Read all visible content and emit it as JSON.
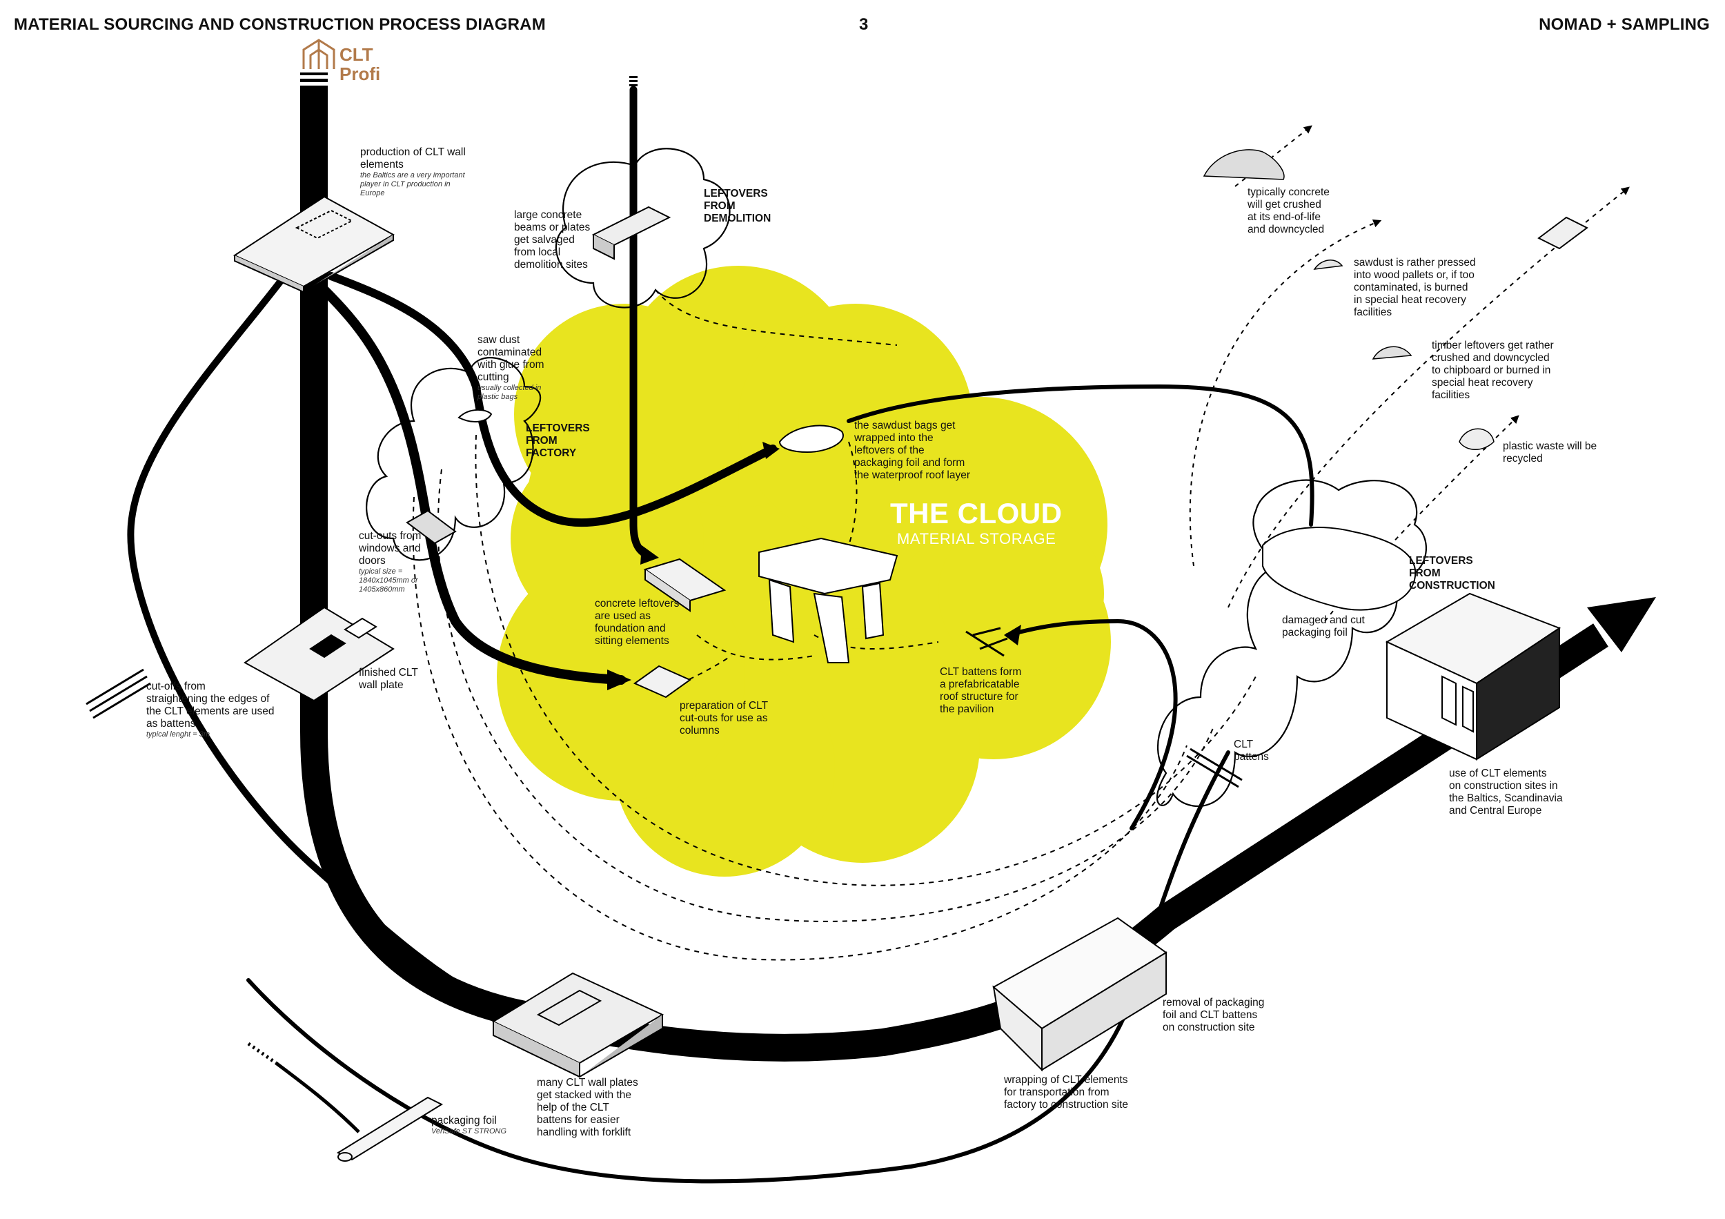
{
  "header": {
    "title": "MATERIAL SOURCING AND CONSTRUCTION PROCESS DIAGRAM",
    "page_number": "3",
    "project": "NOMAD + SAMPLING"
  },
  "logo": {
    "line1": "CLT",
    "line2": "Profi",
    "color": "#b27a4a"
  },
  "colors": {
    "cloud": "#e8e41f",
    "ink": "#000000"
  },
  "cloud": {
    "title": "THE CLOUD",
    "subtitle": "MATERIAL STORAGE"
  },
  "section_labels": {
    "demolition": [
      "LEFTOVERS",
      "FROM",
      "DEMOLITION"
    ],
    "factory": [
      "LEFTOVERS",
      "FROM",
      "FACTORY"
    ],
    "construction": [
      "LEFTOVERS",
      "FROM",
      "CONSTRUCTION"
    ]
  },
  "notes": {
    "production": {
      "text": [
        "production of CLT wall",
        "elements"
      ],
      "sub": [
        "the Baltics are a very important",
        "player in CLT production in",
        "Europe"
      ]
    },
    "concrete_salvage": {
      "text": [
        "large concrete",
        "beams or plates",
        "get salvaged",
        "from local",
        "demolition sites"
      ]
    },
    "sawdust": {
      "text": [
        "saw dust",
        "contaminated",
        "with glue from",
        "cutting"
      ],
      "sub": [
        "usually collected in",
        "plastic bags"
      ]
    },
    "cutouts": {
      "text": [
        "cut-outs from",
        "windows and",
        "doors"
      ],
      "sub": [
        "typical size =",
        "1840x1045mm or",
        "1405x860mm"
      ]
    },
    "finished_plate": {
      "text": [
        "finished CLT",
        "wall plate"
      ]
    },
    "cutoffs": {
      "text": [
        "cut-offs from",
        "straightening the edges of",
        "the CLT elements are used",
        "as battens"
      ],
      "sub": [
        "typical lenght = 3m"
      ]
    },
    "concrete_leftovers": {
      "text": [
        "concrete leftovers",
        "are used as",
        "foundation and",
        "sitting elements"
      ]
    },
    "prep_cutouts": {
      "text": [
        "preparation of CLT",
        "cut-outs for use as",
        "columns"
      ]
    },
    "sawdust_bags": {
      "text": [
        "the sawdust bags get",
        "wrapped into the",
        "leftovers of the",
        "packaging foil and form",
        "the waterproof roof layer"
      ]
    },
    "battens_roof": {
      "text": [
        "CLT battens form",
        "a prefabricatable",
        "roof structure for",
        "the pavilion"
      ]
    },
    "concrete_crushed": {
      "text": [
        "typically concrete",
        "will get crushed",
        "at its end-of-life",
        "and downcycled"
      ]
    },
    "sawdust_pressed": {
      "text": [
        "sawdust is rather pressed",
        "into wood pallets or, if too",
        "contaminated, is burned",
        "in special heat recovery",
        "facilities"
      ]
    },
    "timber_leftovers": {
      "text": [
        "timber leftovers get rather",
        "crushed and downcycled",
        "to chipboard or burned in",
        "special heat recovery",
        "facilities"
      ]
    },
    "plastic": {
      "text": [
        "plastic waste will be",
        "recycled"
      ]
    },
    "damaged_foil": {
      "text": [
        "damaged and cut",
        "packaging foil"
      ]
    },
    "clt_battens": {
      "text": [
        "CLT",
        "battens"
      ]
    },
    "use_sites": {
      "text": [
        "use of CLT elements",
        "on construction sites in",
        "the Baltics, Scandinavia",
        "and Central Europe"
      ]
    },
    "removal": {
      "text": [
        "removal of packaging",
        "foil and CLT battens",
        "on construction site"
      ]
    },
    "wrapping": {
      "text": [
        "wrapping of CLT elements",
        "for transportation from",
        "factory to construction site"
      ]
    },
    "stacked": {
      "text": [
        "many CLT wall plates",
        "get stacked with the",
        "help of the CLT",
        "battens for easier",
        "handling with forklift"
      ]
    },
    "packaging_foil": {
      "text": [
        "packaging foil"
      ],
      "sub": [
        "VeriSafe ST STRONG"
      ]
    }
  }
}
